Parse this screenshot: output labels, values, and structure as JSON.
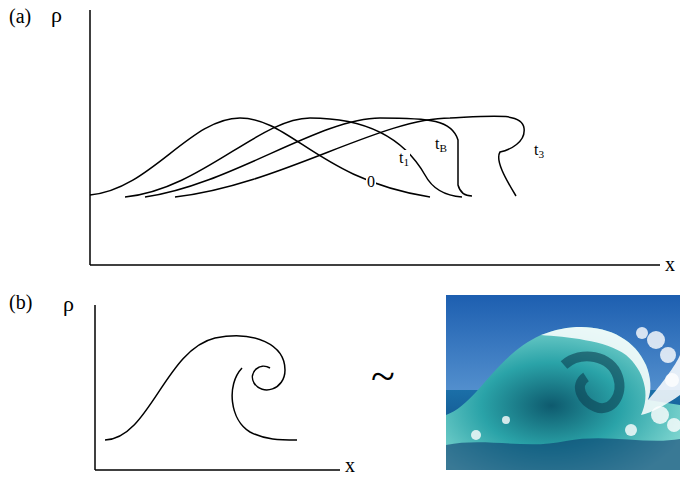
{
  "diagram": {
    "labels": [
      "(a)",
      "ρ",
      "x",
      "0",
      "t1",
      "tB",
      "t3",
      "(b)",
      "ρ",
      "x",
      "~"
    ]
  }
}
